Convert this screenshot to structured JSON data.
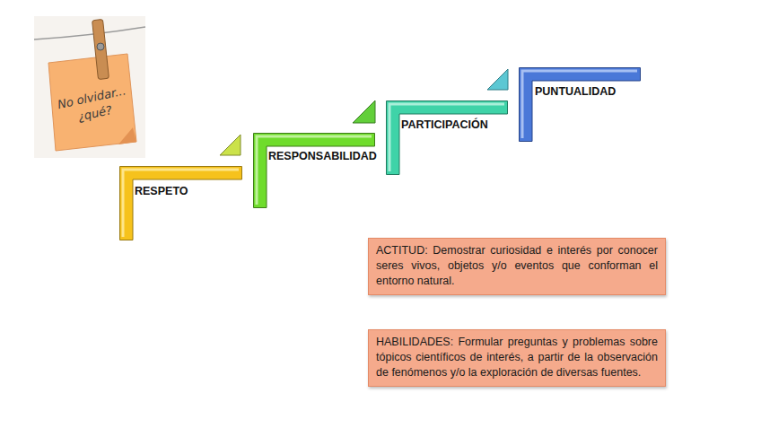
{
  "diagram": {
    "nodes": [
      {
        "text": [
          "No olvidar... ¿qué?"
        ]
      },
      {
        "text": [
          "RESPETO"
        ]
      },
      {
        "text": [
          "RESPONSABILIDAD"
        ]
      },
      {
        "text": [
          "PARTICIPACIÓN"
        ]
      },
      {
        "text": [
          "PUNTUALIDAD"
        ]
      },
      {
        "text": [
          "ACTITUD: Demostrar curiosidad e interés por conocer seres vivos, objetos y/o eventos que conforman el entorno natural."
        ]
      },
      {
        "text": [
          "HABILIDADES: Formular preguntas y problemas sobre tópicos científicos de interés, a partir de la observación de fenómenos y/o la exploración de diversas fuentes."
        ]
      }
    ]
  }
}
